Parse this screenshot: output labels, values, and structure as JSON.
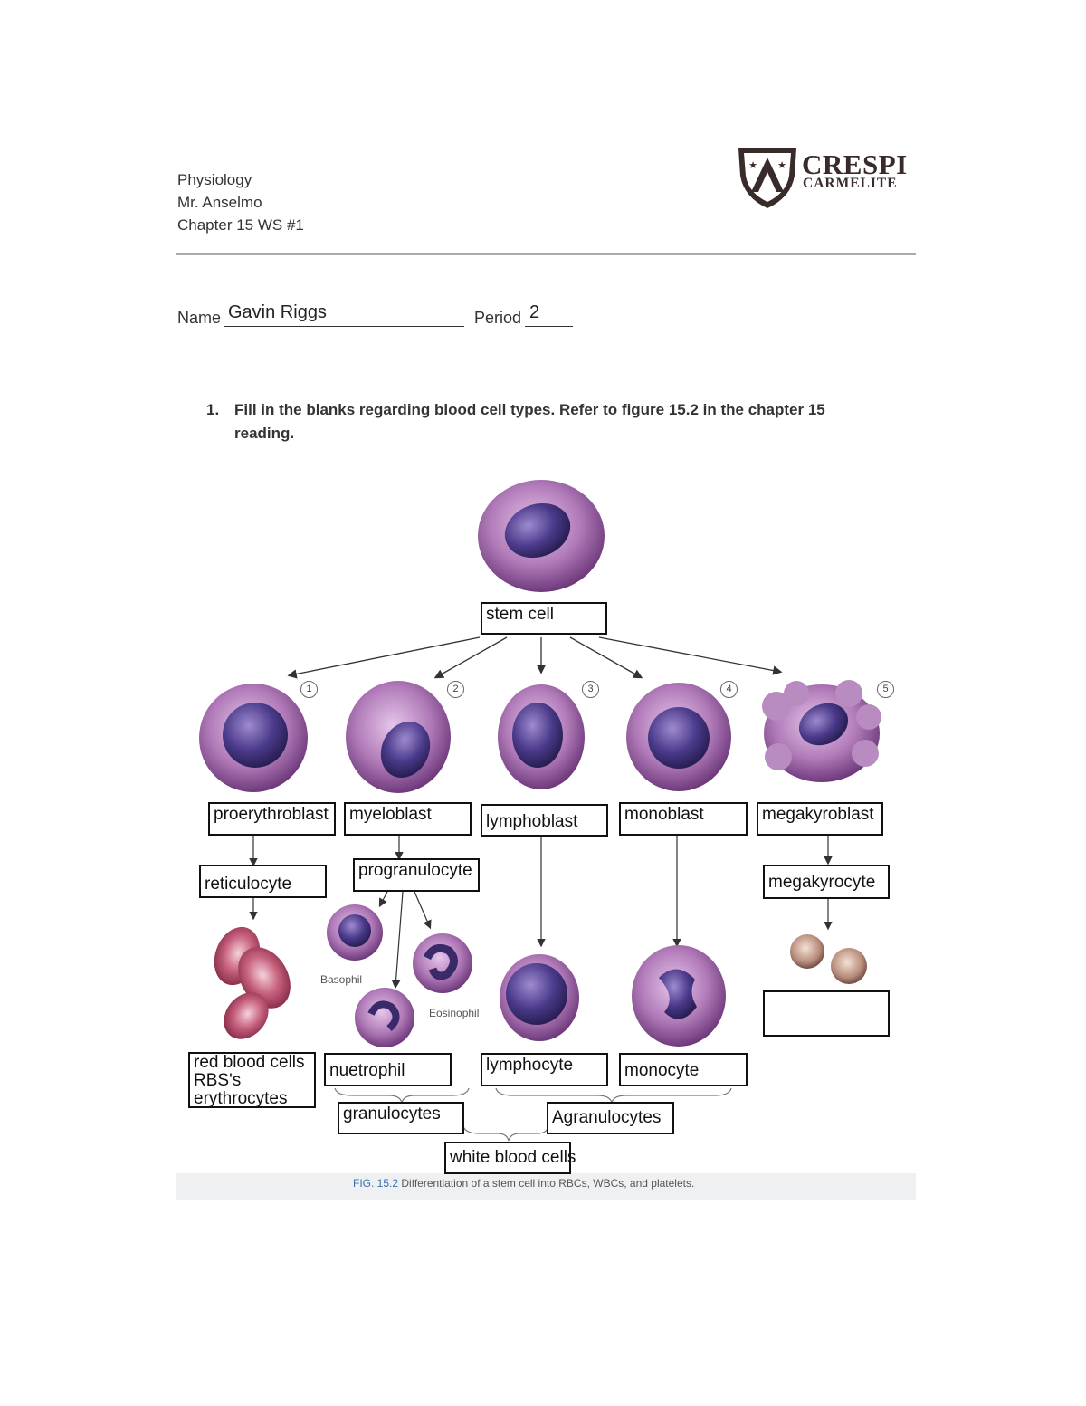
{
  "header": {
    "course": "Physiology",
    "teacher": "Mr. Anselmo",
    "assignment": "Chapter 15 WS #1"
  },
  "logo": {
    "line1": "CRESPI",
    "line2": "CARMELITE"
  },
  "fields": {
    "name_label": "Name",
    "name_value": "Gavin Riggs",
    "period_label": "Period",
    "period_value": "2"
  },
  "question": {
    "number": "1.",
    "text_line1": "Fill in the blanks regarding blood cell types. Refer to figure 15.2 in the chapter 15",
    "text_line2": "reading."
  },
  "figure": {
    "caption_fig": "FIG. 15.2",
    "caption_text": "Differentiation of a stem cell into RBCs, WBCs, and platelets.",
    "numbers": [
      "1",
      "2",
      "3",
      "4",
      "5"
    ],
    "printed_labels": {
      "basophil": "Basophil",
      "eosinophil": "Eosinophil"
    },
    "boxes": {
      "stem_cell": "stem cell",
      "proerythroblast": "proerythroblast",
      "myeloblast": "myeloblast",
      "lymphoblast": "lymphoblast",
      "monoblast": "monoblast",
      "megakyroblast": "megakyroblast",
      "reticulocyte": "reticulocyte",
      "progranulocyte": "progranulocyte",
      "megakyrocyte": "megakyrocyte",
      "platelets_blank": "",
      "rbc_line1": "red blood cells",
      "rbc_line2": "RBS's",
      "rbc_line3": "erythrocytes",
      "nuetrophil": "nuetrophil",
      "lymphocyte": "lymphocyte",
      "monocyte": "monocyte",
      "granulocytes": "granulocytes",
      "agranulocytes": "Agranulocytes",
      "white_blood_cells": "white blood cells"
    }
  }
}
